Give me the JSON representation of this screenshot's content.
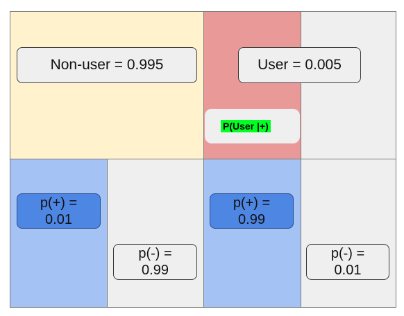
{
  "cells": {
    "non_user_label": "Non-user = 0.995",
    "user_label": "User = 0.005",
    "posterior_label": "P(User |+)",
    "nonuser_pos_label": "p(+) =\n0.01",
    "nonuser_neg_label": "p(-) =\n0.99",
    "user_pos_label": "p(+) =\n0.99",
    "user_neg_label": "p(-) =\n0.01"
  },
  "colors": {
    "non_user_bg": "#fff2cc",
    "user_bg": "#ea9999",
    "empty_bg": "#efefef",
    "positive_bg": "#a4c2f4",
    "positive_box": "#4d86e3",
    "highlight": "#00ff22"
  }
}
